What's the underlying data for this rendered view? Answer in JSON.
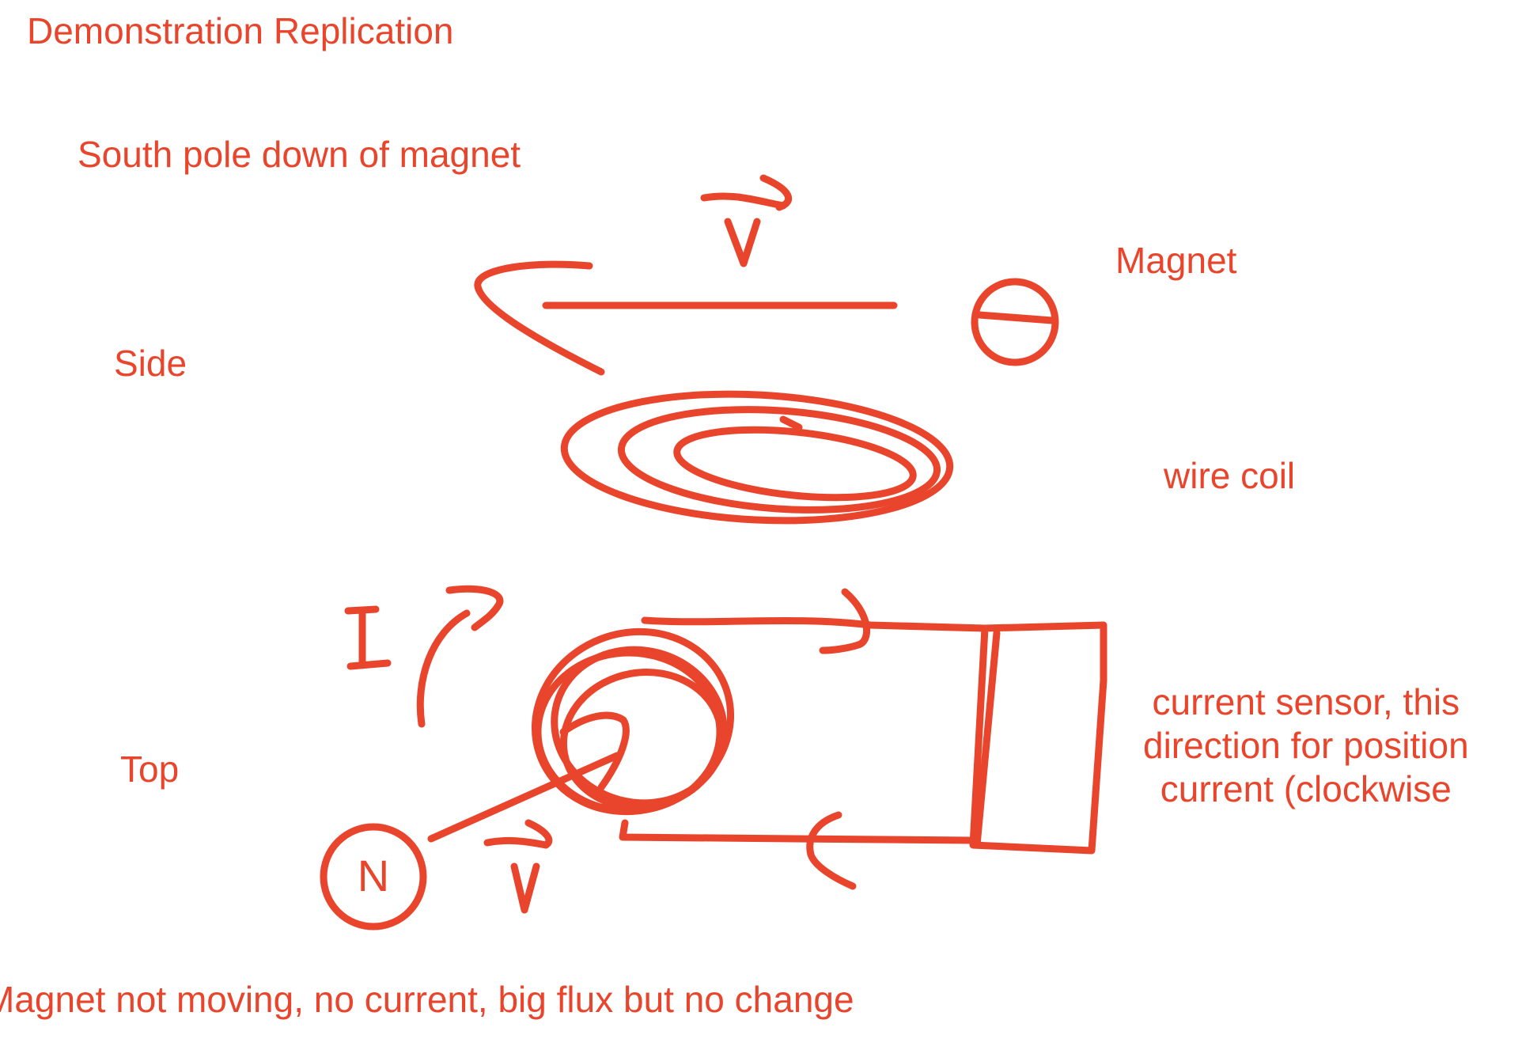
{
  "notes": {
    "title": "Demonstration Replication",
    "south_pole": "South pole down of magnet",
    "side_label": "Side",
    "top_label": "Top",
    "magnet_label": "Magnet",
    "wire_coil_label": "wire coil",
    "sensor_note": "current sensor, this\ndirection for position\ncurrent (clockwise",
    "bottom_note": "Magnet not moving, no current, big flux but no change",
    "north_pole_symbol": "N",
    "current_symbol": "I"
  },
  "colors": {
    "ink": "#e8452c",
    "background": "#ffffff"
  }
}
